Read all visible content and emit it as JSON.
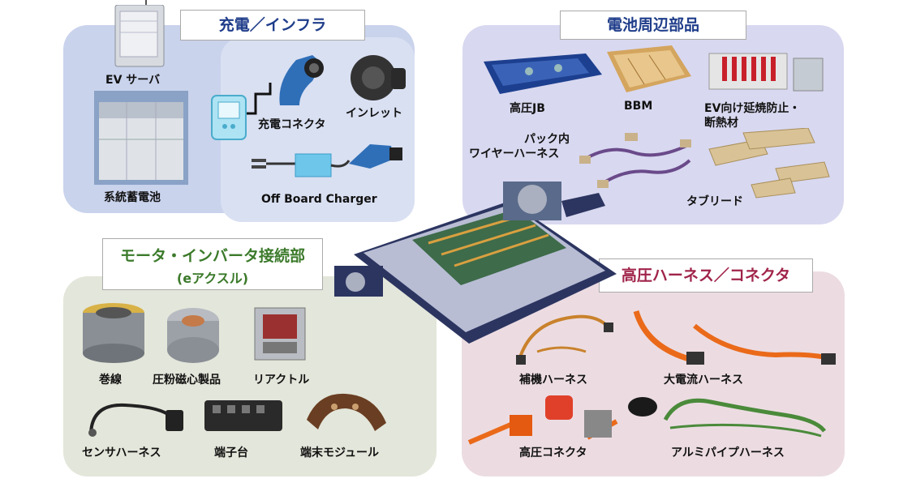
{
  "sections": {
    "infra": {
      "title": "充電／インフラ",
      "items": {
        "ev_server": "EV サーバ",
        "grid_battery": "系統蓄電池",
        "charge_connector": "充電コネクタ",
        "inlet": "インレット",
        "off_board_charger": "Off Board Charger"
      }
    },
    "battery": {
      "title": "電池周辺部品",
      "items": {
        "hv_jb": "高圧JB",
        "bbm": "BBM",
        "insulation_l1": "EV向け延焼防止・",
        "insulation_l2": "断熱材",
        "pack_harness_l1": "パック内",
        "pack_harness_l2": "ワイヤーハーネス",
        "tab_lead": "タブリード"
      }
    },
    "motor": {
      "title_line1": "モータ・インバータ接続部",
      "title_line2": "(eアクスル)",
      "items": {
        "winding": "巻線",
        "powder_core": "圧粉磁心製品",
        "reactor": "リアクトル",
        "sensor_harness": "センサハーネス",
        "terminal_block": "端子台",
        "terminal_module": "端末モジュール"
      }
    },
    "harness": {
      "title": "高圧ハーネス／コネクタ",
      "items": {
        "aux_harness": "補機ハーネス",
        "high_current_harness": "大電流ハーネス",
        "hv_connector": "高圧コネクタ",
        "aluminum_pipe_harness": "アルミパイプハーネス"
      }
    }
  },
  "colors": {
    "infra_bg": "#c9d3ec",
    "battery_bg": "#d8d8f0",
    "motor_bg": "#e3e6da",
    "harness_bg": "#ecdce2",
    "title_blue": "#1f3d8a",
    "title_green": "#3b7a2a",
    "title_red": "#a0244a"
  }
}
